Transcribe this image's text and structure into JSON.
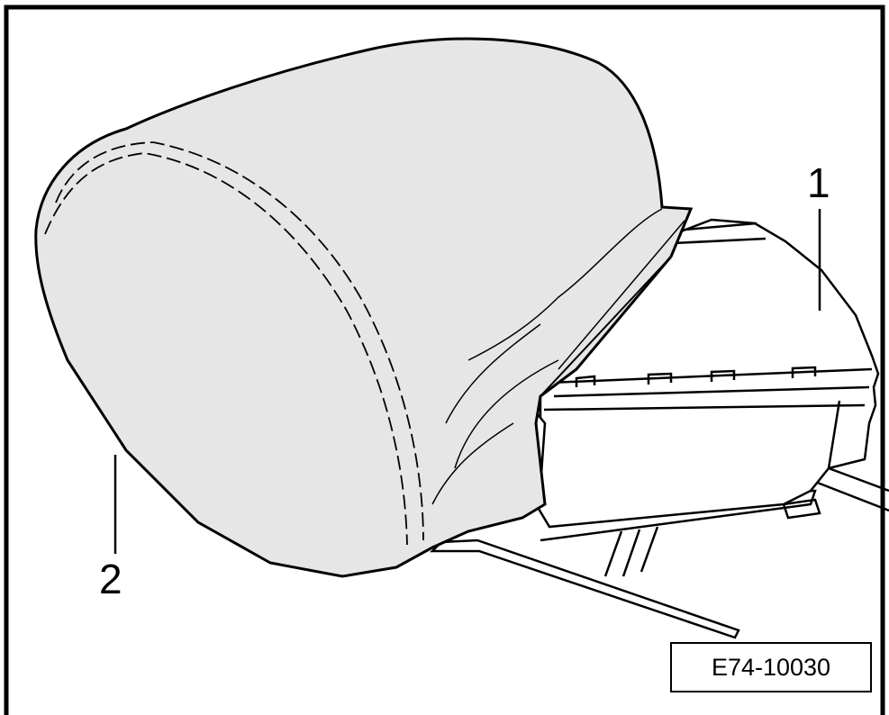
{
  "figure": {
    "callouts": [
      {
        "number": "1",
        "part": "seat-backrest-top"
      },
      {
        "number": "2",
        "part": "head-restraint"
      }
    ],
    "figure_id": "E74-10030"
  },
  "colors": {
    "fill": "#e6e6e6",
    "line": "#000000",
    "background": "#ffffff"
  }
}
